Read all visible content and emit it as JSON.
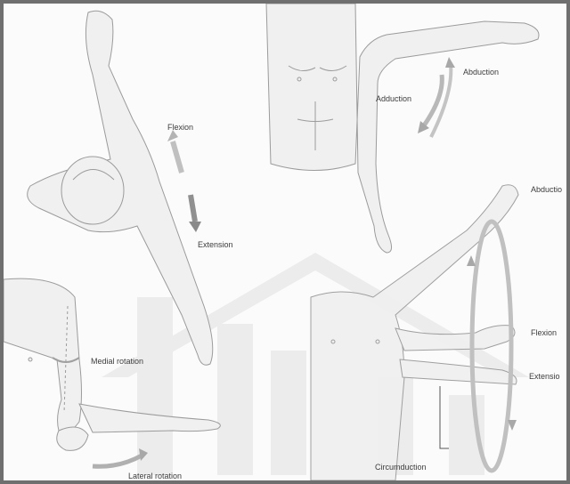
{
  "labels": {
    "abduction_top": "Abduction",
    "adduction": "Adduction",
    "flexion_left": "Flexion",
    "extension_left": "Extension",
    "abduction_right": "Abductio",
    "flexion_right": "Flexion",
    "extension_right": "Extensio",
    "medial_rotation": "Medial rotation",
    "lateral_rotation": "Lateral rotation",
    "circumduction": "Circumduction"
  },
  "colors": {
    "body_fill": "#efefef",
    "outline": "#9a9a9a",
    "arrow": "#b8b8b8",
    "arrow_dark": "#8f8f8f",
    "circle": "#c2c2c2",
    "watermark": "#e6e6e6",
    "frame": "#6f6f6f"
  },
  "icons": {
    "watermark": "house-logo-watermark"
  }
}
